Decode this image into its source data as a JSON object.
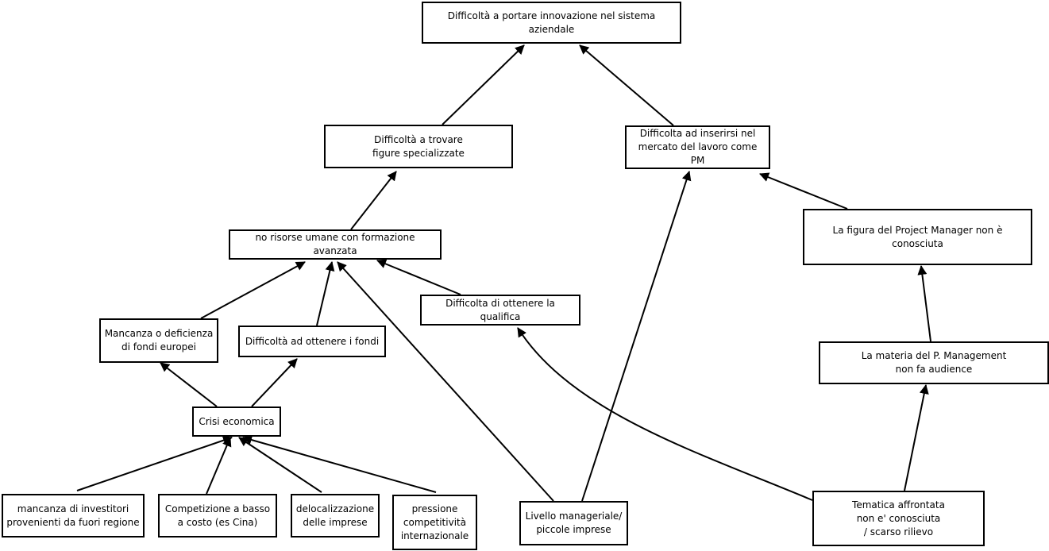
{
  "diagram": {
    "nodes": {
      "top": "Difficoltà a portare innovazione nel sistema aziendale",
      "figure": "Difficoltà a trovare\nfigure specializzate",
      "mercato": "Difficolta ad inserirsi nel\nmercato del lavoro come PM",
      "risorse": "no risorse umane con formazione avanzata",
      "pmfig": "La figura del Project Manager non è conosciuta",
      "qualif": "Difficolta di ottenere la qualifica",
      "mancanza": "Mancanza o deficienza\ndi fondi europei",
      "fondi": "Difficoltà ad ottenere i fondi",
      "materia": "La materia del P. Management\nnon fa audience",
      "crisi": "Crisi economica",
      "invest": "mancanza di investitori\nprovenienti da fuori regione",
      "compet": "Competizione a basso\na costo (es Cina)",
      "deloc": "delocalizzazione\ndelle imprese",
      "press": "pressione\ncompetitività\ninternazionale",
      "livello": "Livello manageriale/\npiccole imprese",
      "tematica": "Tematica affrontata\nnon e' conosciuta\n/ scarso rilievo"
    },
    "edges": [
      {
        "from": "figure",
        "to": "top"
      },
      {
        "from": "mercato",
        "to": "top"
      },
      {
        "from": "risorse",
        "to": "figure"
      },
      {
        "from": "livello",
        "to": "mercato"
      },
      {
        "from": "pmfig",
        "to": "mercato"
      },
      {
        "from": "mancanza",
        "to": "risorse"
      },
      {
        "from": "fondi",
        "to": "risorse"
      },
      {
        "from": "livello",
        "to": "risorse"
      },
      {
        "from": "qualif",
        "to": "risorse"
      },
      {
        "from": "tematica",
        "to": "qualif"
      },
      {
        "from": "materia",
        "to": "pmfig"
      },
      {
        "from": "tematica",
        "to": "materia"
      },
      {
        "from": "crisi",
        "to": "mancanza"
      },
      {
        "from": "crisi",
        "to": "fondi"
      },
      {
        "from": "invest",
        "to": "crisi"
      },
      {
        "from": "compet",
        "to": "crisi"
      },
      {
        "from": "deloc",
        "to": "crisi"
      },
      {
        "from": "press",
        "to": "crisi"
      }
    ]
  }
}
